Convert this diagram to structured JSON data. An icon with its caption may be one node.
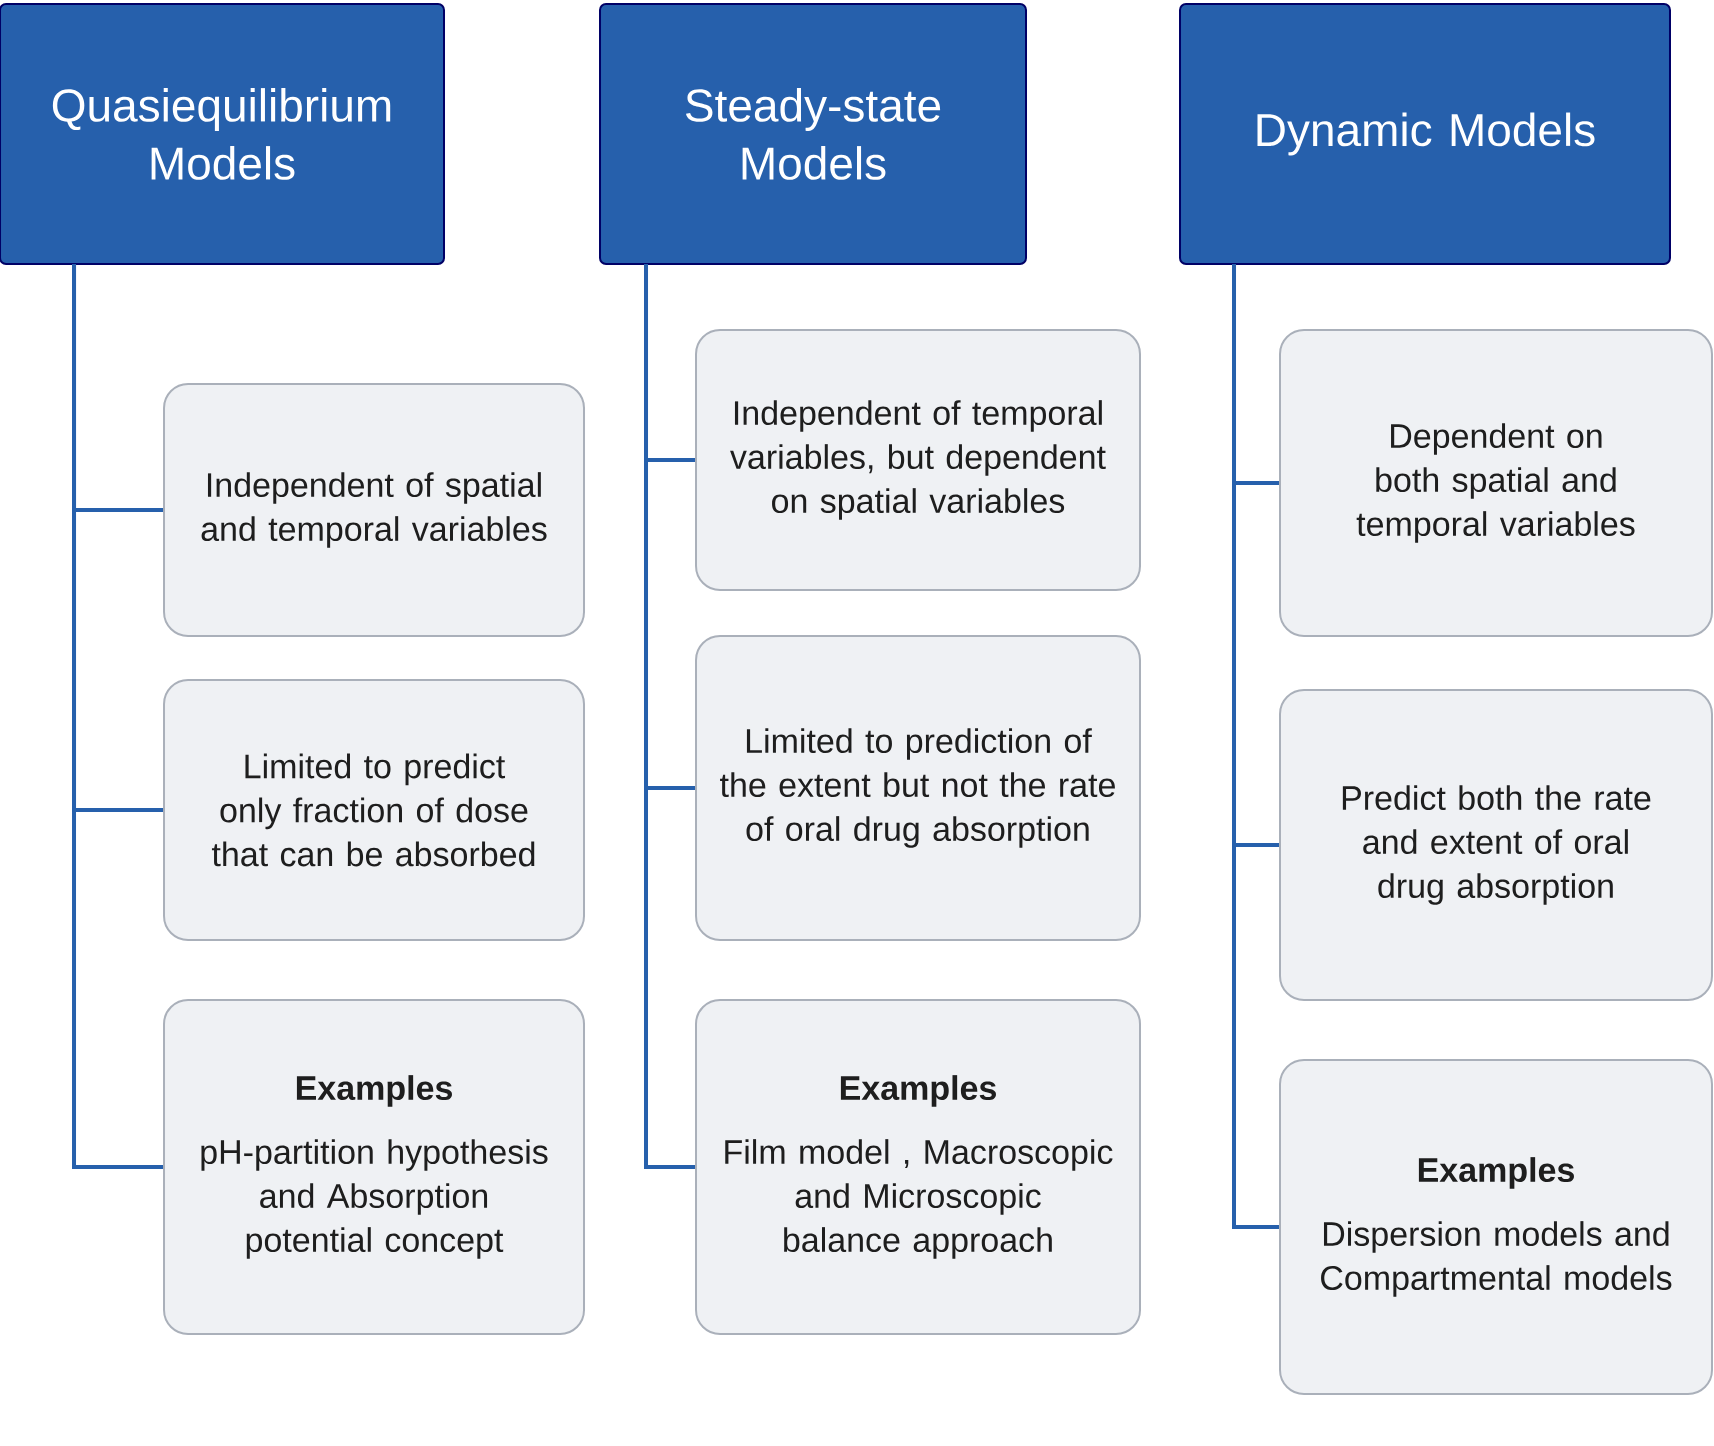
{
  "diagram": {
    "nodes": [
      {
        "text": [
          "Quasiequilibrium Models"
        ]
      },
      {
        "text": [
          "Independent of spatial and temporal variables"
        ]
      },
      {
        "text": [
          "Limited to predict only fraction of dose that can be absorbed"
        ]
      },
      {
        "text": [
          "Examples",
          "pH-partition hypothesis and Absorption potential concept"
        ]
      },
      {
        "text": [
          "Steady-state Models"
        ]
      },
      {
        "text": [
          "Independent of temporal variables, but dependent on spatial variables"
        ]
      },
      {
        "text": [
          "Limited to prediction of the extent but not the rate of oral drug absorption"
        ]
      },
      {
        "text": [
          "Examples",
          "Film model , Macroscopic and Microscopic balance approach"
        ]
      },
      {
        "text": [
          "Dynamic Models"
        ]
      },
      {
        "text": [
          "Dependent on both spatial and temporal variables"
        ]
      },
      {
        "text": [
          "Predict both the rate and extent of oral drug absorption"
        ]
      },
      {
        "text": [
          "Examples",
          "Dispersion models and Compartmental models"
        ]
      }
    ],
    "edges": [
      {
        "from": 0,
        "to": 1,
        "arrow": "none"
      },
      {
        "from": 0,
        "to": 2,
        "arrow": "none"
      },
      {
        "from": 0,
        "to": 3,
        "arrow": "none"
      },
      {
        "from": 4,
        "to": 5,
        "arrow": "none"
      },
      {
        "from": 4,
        "to": 6,
        "arrow": "none"
      },
      {
        "from": 4,
        "to": 7,
        "arrow": "none"
      },
      {
        "from": 8,
        "to": 9,
        "arrow": "none"
      },
      {
        "from": 8,
        "to": 10,
        "arrow": "none"
      },
      {
        "from": 8,
        "to": 11,
        "arrow": "none"
      }
    ]
  }
}
